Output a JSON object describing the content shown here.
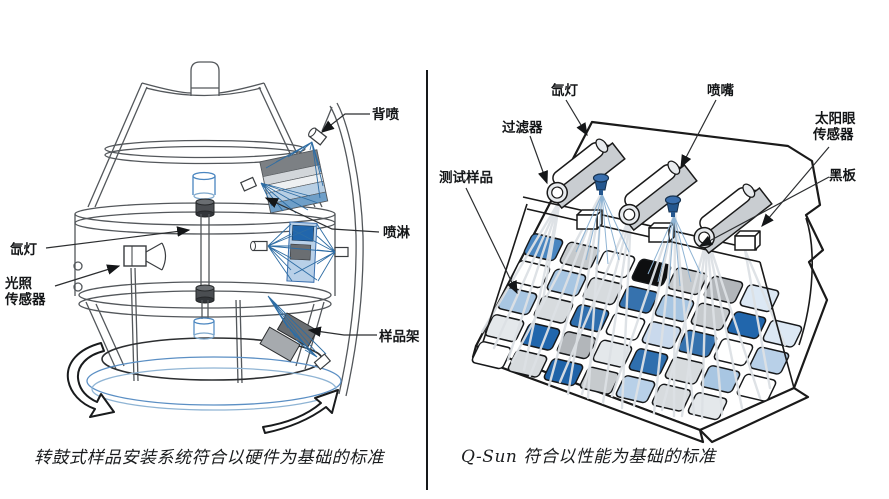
{
  "figure": {
    "left": {
      "labels": {
        "back_spray": "背喷",
        "spray": "喷淋",
        "sample_rack": "样品架",
        "xenon_lamp": "氙灯",
        "light_sensor": [
          "光照",
          "传感器"
        ]
      },
      "caption": "转鼓式样品安装系统符合以硬件为基础的标准"
    },
    "right": {
      "labels": {
        "xenon_lamp": "氙灯",
        "nozzle": "喷嘴",
        "filter": "过滤器",
        "solar_eye_sensor": [
          "太阳眼",
          "传感器"
        ],
        "test_samples": "测试样品",
        "black_panel": "黑板"
      },
      "caption": "Q-Sun 符合以性能为基础的标准",
      "sample_grid": {
        "rows": 5,
        "cols": 8,
        "colors": [
          [
            "#4a86c0",
            "#c6cacd",
            "#ffffff",
            "#0e0f10",
            "#c6cacd",
            "#b2b6ba",
            "#dce8f4",
            null
          ],
          [
            "#ffffff",
            "#a8c6e2",
            "#d7dbde",
            "#3672ae",
            "#a8c6e2",
            "#c6cacd",
            "#2166ac",
            "#dce8f4"
          ],
          [
            "#a8c6e2",
            "#d7dbde",
            "#2f6fae",
            "#ffffff",
            "#c9d9ec",
            "#3672ae",
            "#ffffff",
            "#b8d0e8"
          ],
          [
            "#e4e8eb",
            "#2166ac",
            "#b2b6ba",
            "#e4e8eb",
            "#2f6fae",
            "#d7dbde",
            "#a8c6e2",
            "#ffffff"
          ],
          [
            "#ffffff",
            "#d7dbde",
            "#1f63a8",
            "#c6cacd",
            "#b8d0e8",
            "#d7dbde",
            "#e4e8eb",
            null
          ]
        ]
      }
    },
    "palette": {
      "line": "#26282a",
      "spray_blue": "#2e6da4",
      "panel_blue_dark": "#2166ac",
      "panel_blue_medium": "#3a7ab8",
      "panel_blue_light": "#a8c6e2",
      "panel_gray": "#c6cacd",
      "panel_black": "#0e0f10",
      "turntable_blue": "#5b8fc4"
    }
  }
}
